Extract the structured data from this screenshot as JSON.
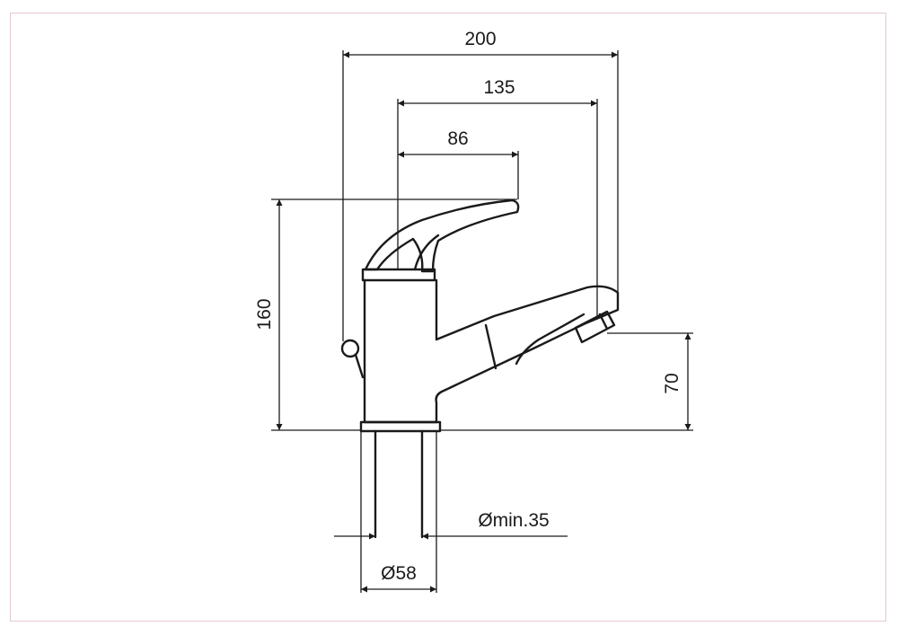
{
  "dimensions": {
    "overall_length": "200",
    "spout_reach": "135",
    "lever_length": "86",
    "total_height": "160",
    "spout_height": "70",
    "hole_min": "Ømin.35",
    "base_diameter": "Ø58"
  }
}
